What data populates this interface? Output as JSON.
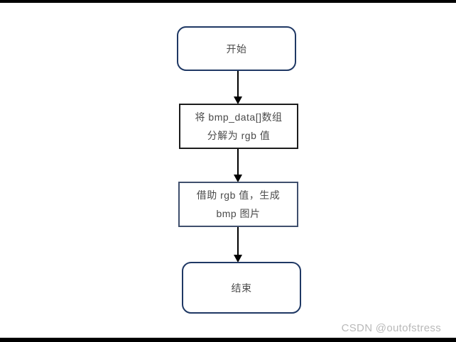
{
  "frame": {
    "background": "#ffffff",
    "top_bar_color": "#000000",
    "bottom_bar_color": "#000000"
  },
  "flowchart": {
    "start_node": {
      "label": "开始"
    },
    "process1": {
      "line1": "将 bmp_data[]数组",
      "line2": "分解为 rgb 值"
    },
    "process2": {
      "line1": "借助 rgb 值，生成",
      "line2": "bmp 图片"
    },
    "end_node": {
      "label": "结束"
    },
    "colors": {
      "terminator_border": "#1f3864",
      "process1_border": "#1c1c1c",
      "process2_border": "#3f4f6d",
      "text": "#4a4a4a",
      "arrow": "#000000"
    }
  },
  "watermark": {
    "text": "CSDN @outofstress",
    "color": "#b9b9b9"
  }
}
